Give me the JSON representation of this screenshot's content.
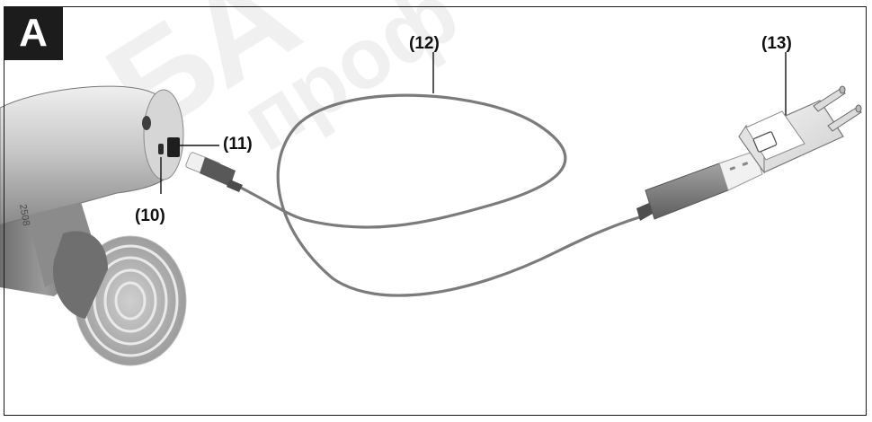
{
  "figure": {
    "letter": "A",
    "callouts": {
      "c10": "(10)",
      "c11": "(11)",
      "c12": "(12)",
      "c13": "(13)"
    },
    "device_label": "2508"
  },
  "watermark": {
    "text_large": "БА",
    "text_small": "проф"
  }
}
